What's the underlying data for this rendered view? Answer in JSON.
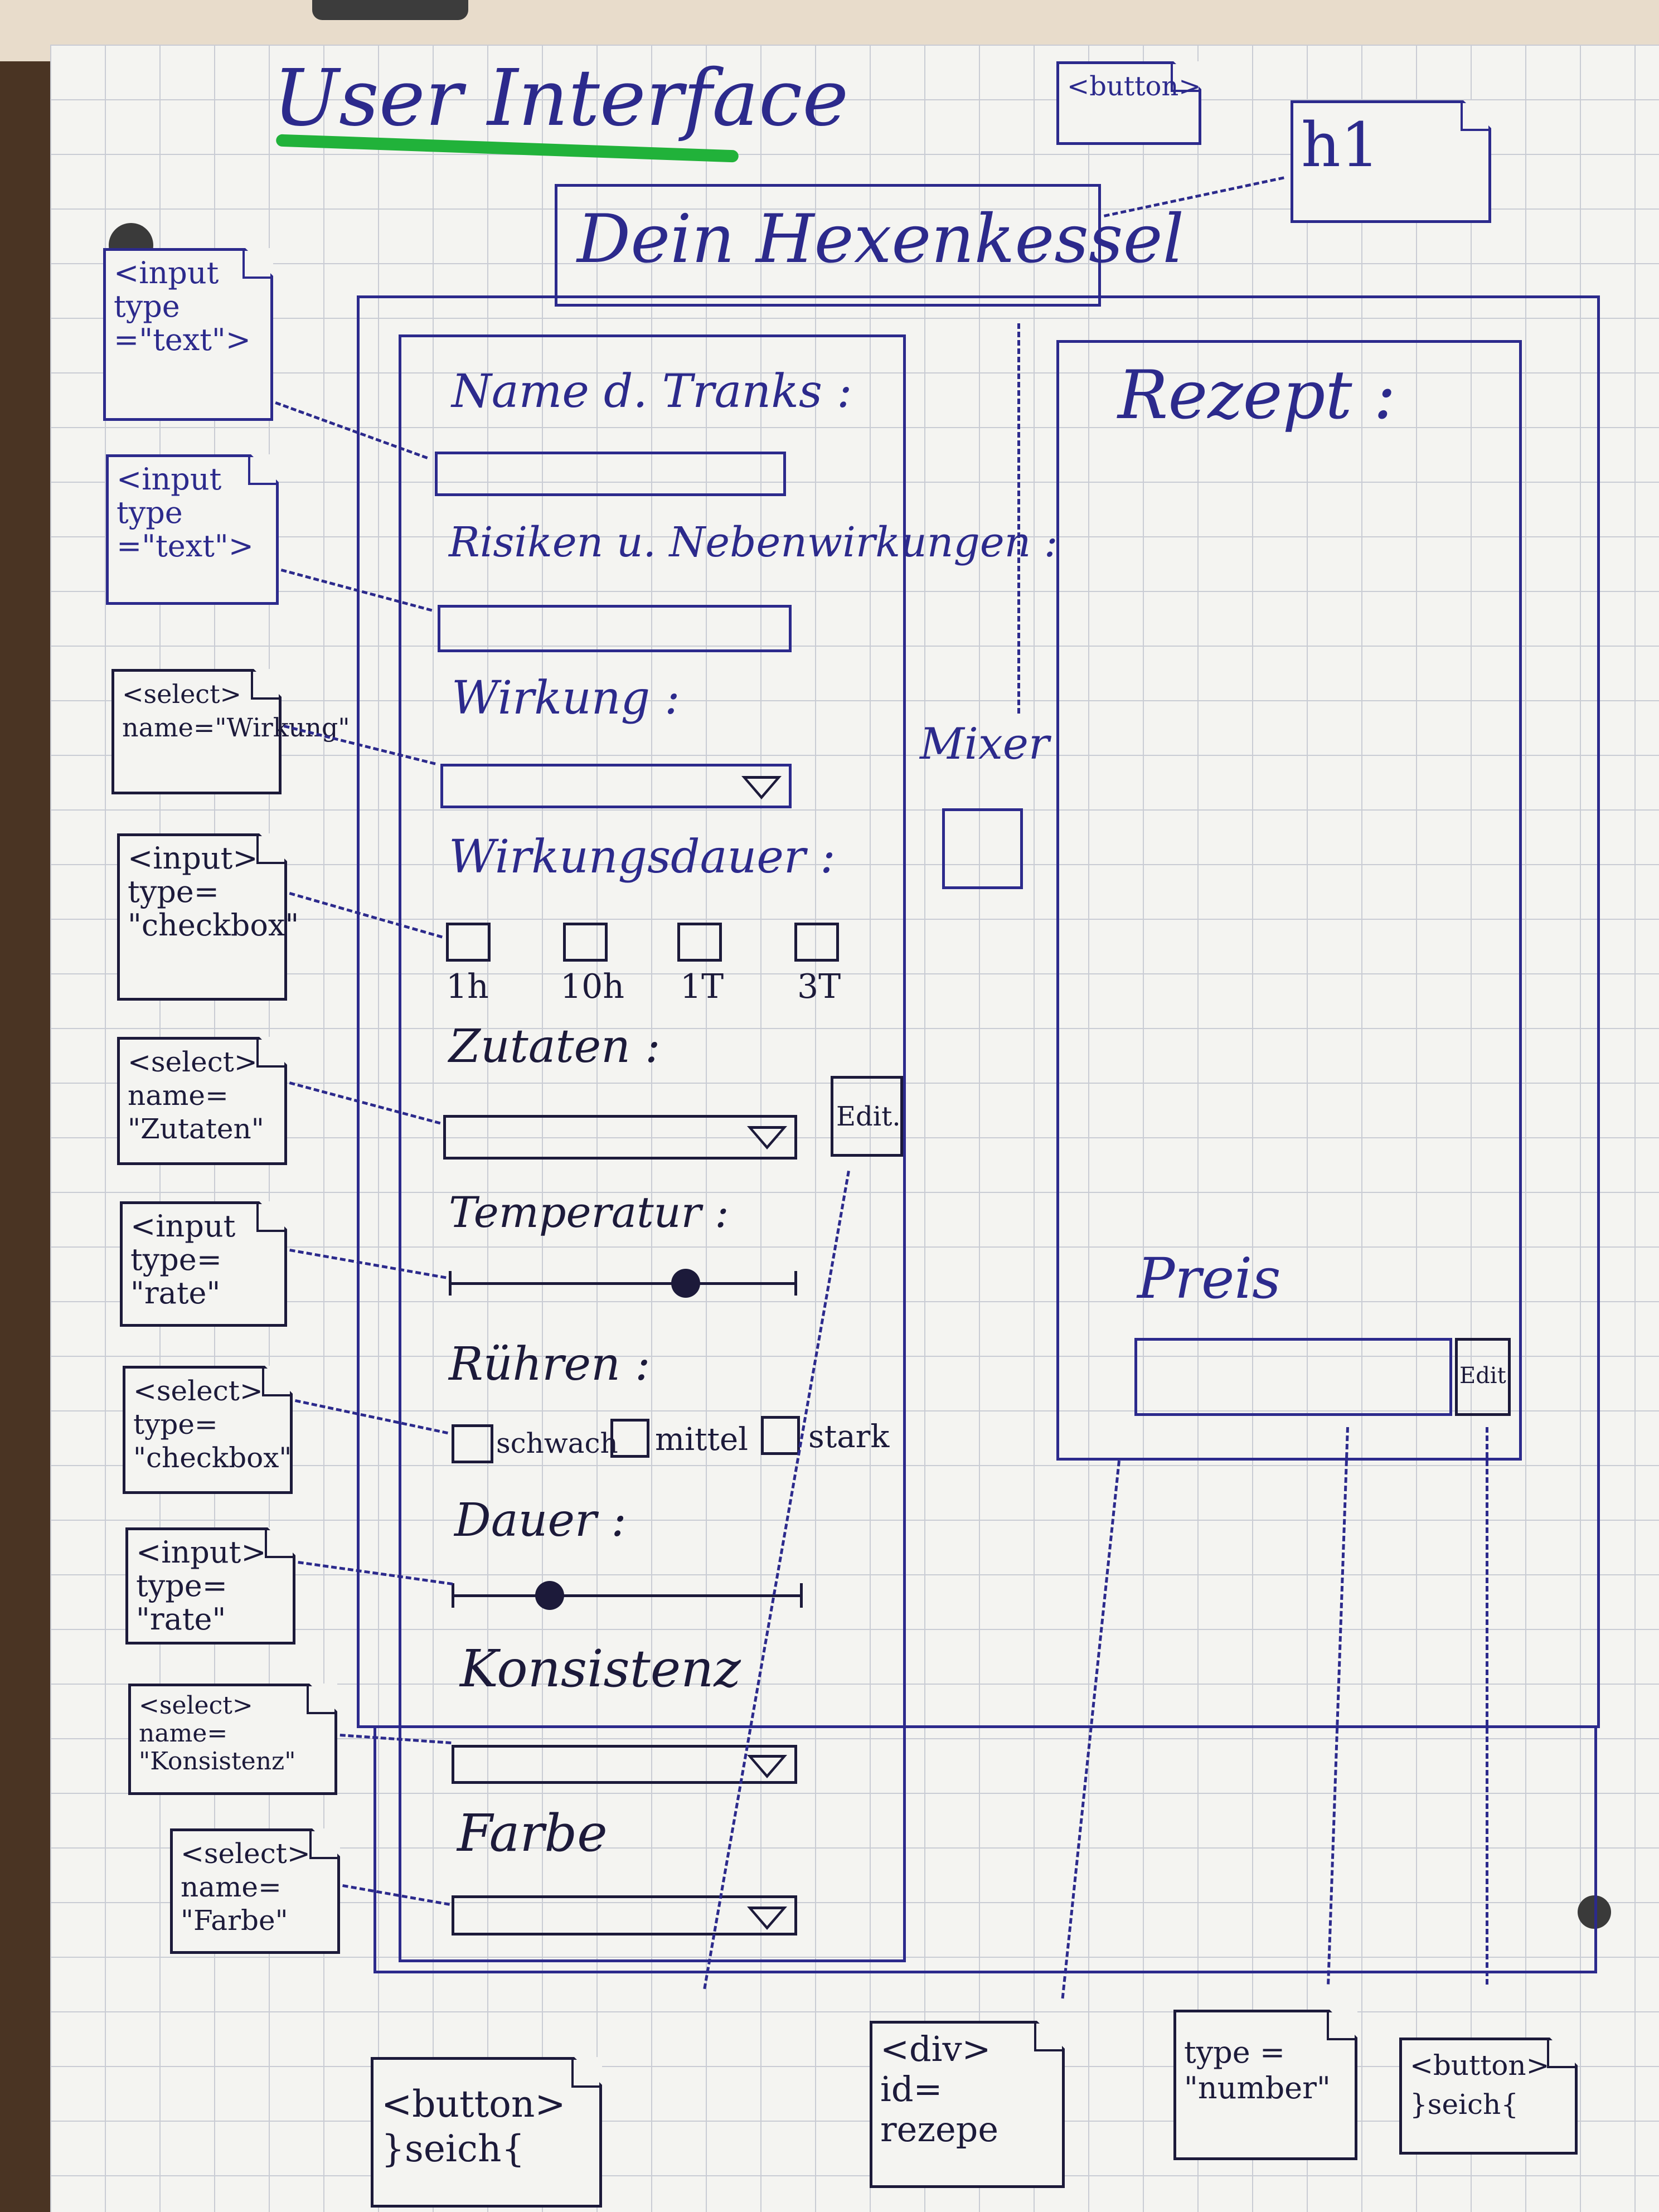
{
  "page": {
    "title": "User Interface"
  },
  "header": {
    "app_title": "Dein Hexenkessel",
    "h1_note": "h1",
    "button_note": "<button>"
  },
  "form": {
    "name_label": "Name d. Tranks :",
    "risks_label": "Risiken u. Nebenwirkungen :",
    "effect_label": "Wirkung :",
    "duration_label": "Wirkungsdauer :",
    "duration_options": [
      "1h",
      "10h",
      "1T",
      "3T"
    ],
    "ingredients_label": "Zutaten :",
    "edit_label": "Edit.",
    "temperature_label": "Temperatur :",
    "temperature_level": 0.68,
    "stir_label": "Rühren :",
    "stir_options": [
      "schwach",
      "mittel",
      "stark"
    ],
    "time_label": "Dauer :",
    "time_level": 0.28,
    "consistency_label": "Konsistenz",
    "color_label": "Farbe"
  },
  "mixer": {
    "label": "Mixer"
  },
  "recipe": {
    "label": "Rezept :",
    "price_label": "Preis",
    "edit_label": "Edit"
  },
  "annotations": {
    "name_input": "<input type\n=\"text\">",
    "risks_input": "<input type\n=\"text\">",
    "effect_select": "<select>\nname=\"Wirkung\"",
    "duration_checkbox": "<input>\ntype=\n\"checkbox\"",
    "ingredients_select": "<select>\nname=\n\"Zutaten\"",
    "temperature_range": "<input\ntype=\n\"rate\"",
    "stir_select": "<select>\ntype=\n\"checkbox\"",
    "time_range": "<input>\ntype=\n\"rate\"",
    "consistency_select": "<select>\nname=\n\"Konsistenz\"",
    "color_select": "<select>\nname=\n\"Farbe\"",
    "bottom_button": "<button>\n}seich{",
    "recipe_div": "<div>\nid=\nrezepe",
    "price_number": "type =\n\"number\"",
    "price_button": "<button>\n}seich{"
  },
  "colors": {
    "ink_blue": "#2c2a8c",
    "ink_dark": "#1c1a3a",
    "highlight_green": "#21b23a",
    "paper": "#f4f4f1",
    "grid": "#c9ccd4"
  }
}
